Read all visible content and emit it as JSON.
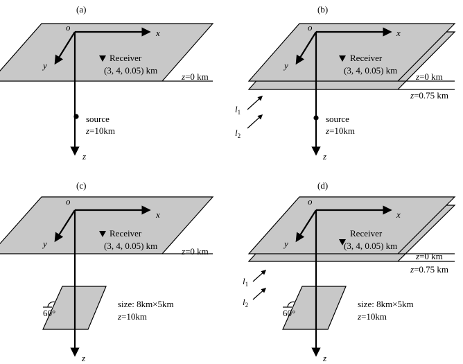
{
  "panels": [
    {
      "label": "(a)",
      "origin": "o",
      "x_axis": "x",
      "y_axis": "y",
      "z_axis": "z",
      "receiver_title": "Receiver",
      "receiver_coords": "(3, 4, 0.05) km",
      "surface_label": "=0 km",
      "source_title": "source",
      "source_depth": "=10km"
    },
    {
      "label": "(b)",
      "origin": "o",
      "x_axis": "x",
      "y_axis": "y",
      "z_axis": "z",
      "receiver_title": "Receiver",
      "receiver_coords": "(3, 4, 0.05) km",
      "surface_label": "=0 km",
      "layer_label": "=0.75 km",
      "l1": "l",
      "l1_sub": "1",
      "l2": "l",
      "l2_sub": "2",
      "source_title": "source",
      "source_depth": "=10km"
    },
    {
      "label": "(c)",
      "origin": "o",
      "x_axis": "x",
      "y_axis": "y",
      "z_axis": "z",
      "receiver_title": "Receiver",
      "receiver_coords": "(3, 4, 0.05) km",
      "surface_label": "=0 km",
      "angle": "60°",
      "size": "size: 8km×5km",
      "depth": "=10km"
    },
    {
      "label": "(d)",
      "origin": "o",
      "x_axis": "x",
      "y_axis": "y",
      "z_axis": "z",
      "receiver_title": "Receiver",
      "receiver_coords": "(3, 4, 0.05) km",
      "surface_label": "=0 km",
      "layer_label": "=0.75 km",
      "l1": "l",
      "l1_sub": "1",
      "l2": "l",
      "l2_sub": "2",
      "angle": "60°",
      "size": "size: 8km×5km",
      "depth": "=10km"
    }
  ],
  "z_prefix": "z"
}
